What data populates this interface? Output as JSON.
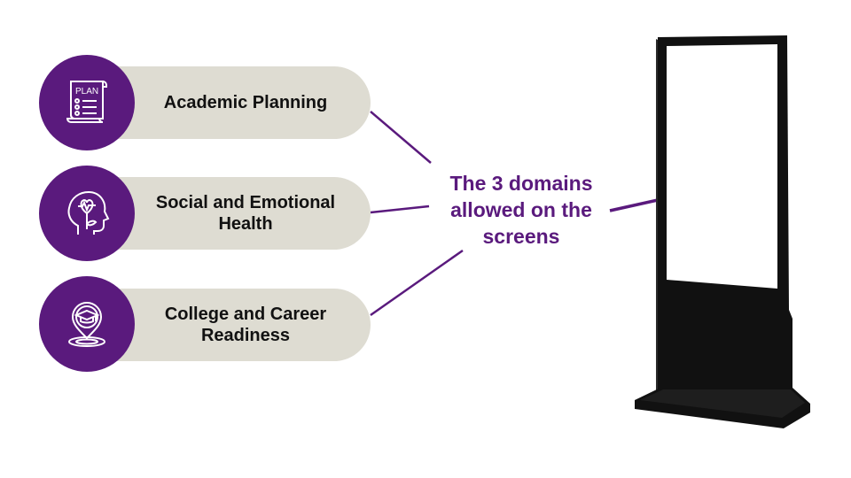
{
  "domains": [
    {
      "lines": [
        "Academic Planning"
      ],
      "icon": "plan-document-icon"
    },
    {
      "lines": [
        "Social and Emotional",
        "Health"
      ],
      "icon": "head-heart-icon"
    },
    {
      "lines": [
        "College and Career",
        "Readiness"
      ],
      "icon": "graduation-cap-pin-icon"
    }
  ],
  "center_label": {
    "lines": [
      "The 3 domains",
      "allowed on the",
      "screens"
    ]
  },
  "icon_text": "PLAN",
  "colors": {
    "accent": "#5a1a7d",
    "pill": "#dedcd2",
    "kiosk": "#111111",
    "screen": "#ffffff"
  }
}
